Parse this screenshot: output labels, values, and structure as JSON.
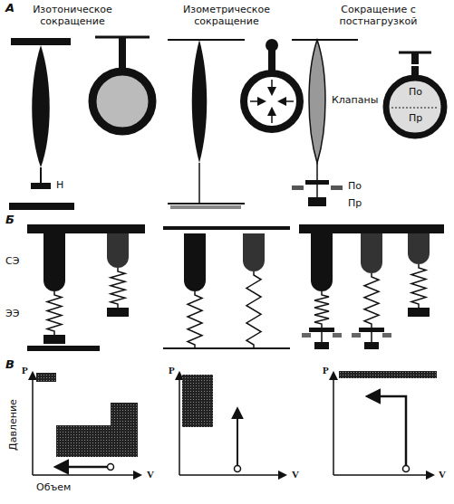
{
  "diagram": {
    "labels": [
      "А",
      "Изотоническое сокращение",
      "Изометрическое сокращение",
      "Сокращение с постнагрузкой",
      "Клапаны",
      "По",
      "Пр",
      "Н",
      "По",
      "Пр",
      "Б",
      "СЭ",
      "ЭЭ",
      "В",
      "P",
      "Давление",
      "Объем",
      "V",
      "P",
      "V",
      "P",
      "V"
    ]
  }
}
